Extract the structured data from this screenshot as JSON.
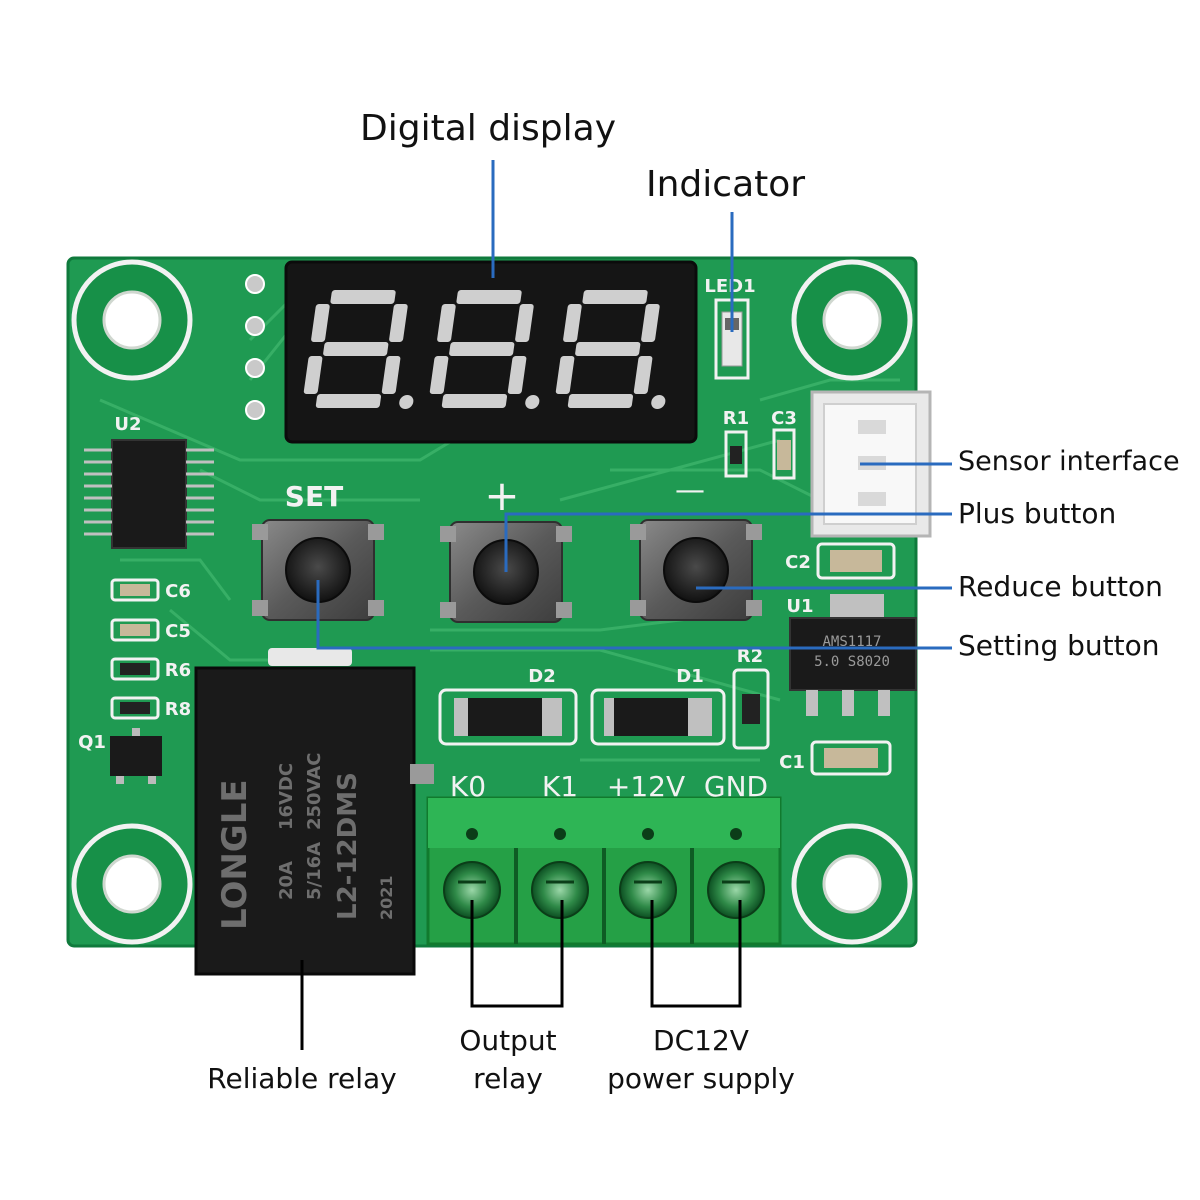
{
  "callouts": {
    "digital_display": "Digital display",
    "indicator": "Indicator",
    "sensor_interface": "Sensor interface",
    "plus_button": "Plus button",
    "reduce_button": "Reduce button",
    "setting_button": "Setting button",
    "reliable_relay": "Reliable relay",
    "output_relay": "Output\nrelay",
    "dc12v_power_supply": "DC12V\npower supply"
  },
  "board": {
    "silkscreen": {
      "set": "SET",
      "plus": "+",
      "minus": "—",
      "k0": "K0",
      "k1": "K1",
      "plus12v": "+12V",
      "gnd": "GND",
      "led1": "LED1",
      "r1": "R1",
      "c3": "C3",
      "c2": "C2",
      "u1": "U1",
      "r2": "R2",
      "d2": "D2",
      "d1": "D1",
      "c1": "C1",
      "u2": "U2",
      "c6": "C6",
      "c5": "C5",
      "r6": "R6",
      "r8": "R8",
      "q1": "Q1"
    },
    "relay_markings": {
      "brand": "LONGLE",
      "line1": "20A",
      "line2": "16VDC",
      "line3": "5/16A",
      "line4": "250VAC",
      "model": "L2-12DMS",
      "code": "2021"
    },
    "regulator_marking": {
      "line1": "AMS1117",
      "line2": "5.0  S8020"
    }
  },
  "colors": {
    "pcb": "#1f9a52",
    "pcb_dark": "#0f7a3c",
    "silkscreen": "#f2f2f2",
    "display_bg": "#151515",
    "segment": "#cfcfcf",
    "relay": "#1a1a1a",
    "terminal": "#25a046",
    "leader_line": "#2a6bbf",
    "bracket_line": "#000000"
  }
}
